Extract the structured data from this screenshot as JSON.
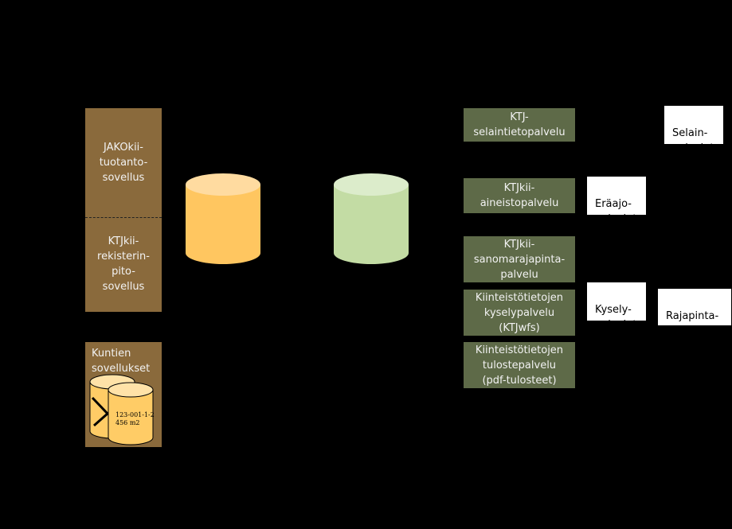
{
  "colors": {
    "background": "#000000",
    "brown_box": "#8a6a3c",
    "green_box": "#5e6a48",
    "orange_db": "#ffc660",
    "green_db": "#c3dca4"
  },
  "left": {
    "jako_label": "JAKOkii-\ntuotanto-\nsovellus",
    "ktjkii_label": "KTJkii-\nrekisterin-\npito-\nsovellus",
    "kunnat_label": "Kuntien\nsovellukset",
    "parcel_code": "123-001-1-2",
    "parcel_area": "456 m2"
  },
  "services": [
    "KTJ-\nselaintietopalvelu",
    "KTJkii-\naineistopalvelu",
    "KTJkii-\nsanomarajapinta-\npalvelu",
    "Kiinteistötietojen\nkyselypalvelu\n(KTJwfs)",
    "Kiinteistötietojen\ntulostepalvelu\n(pdf-tulosteet)"
  ],
  "categories": {
    "selain": "Selain-\npalvelut",
    "eraajo": "Eräajo-\npalvelut",
    "kysely": "Kysely-\npalvelut",
    "rajapinta": "Rajapinta-\npalvelut"
  }
}
